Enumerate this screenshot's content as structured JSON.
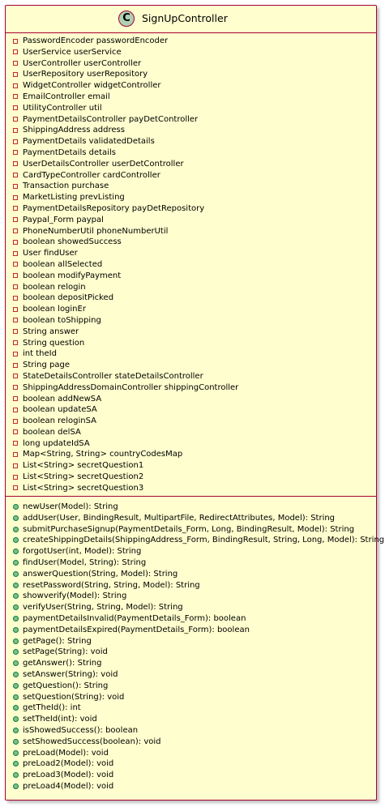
{
  "class": {
    "stereotype_letter": "C",
    "name": "SignUpController",
    "colors": {
      "background": "#FEFECE",
      "border": "#A80036",
      "stereotype_circle": "#ADD1B2",
      "private_icon": "#C82930",
      "public_icon": "#84BE84"
    }
  },
  "fields": [
    {
      "visibility": "private",
      "text": "PasswordEncoder passwordEncoder"
    },
    {
      "visibility": "private",
      "text": "UserService userService"
    },
    {
      "visibility": "private",
      "text": "UserController userController"
    },
    {
      "visibility": "private",
      "text": "UserRepository userRepository"
    },
    {
      "visibility": "private",
      "text": "WidgetController widgetController"
    },
    {
      "visibility": "private",
      "text": "EmailController email"
    },
    {
      "visibility": "private",
      "text": "UtilityController util"
    },
    {
      "visibility": "private",
      "text": "PaymentDetailsController payDetController"
    },
    {
      "visibility": "private",
      "text": "ShippingAddress address"
    },
    {
      "visibility": "private",
      "text": "PaymentDetails validatedDetails"
    },
    {
      "visibility": "private",
      "text": "PaymentDetails details"
    },
    {
      "visibility": "private",
      "text": "UserDetailsController userDetController"
    },
    {
      "visibility": "private",
      "text": "CardTypeController cardController"
    },
    {
      "visibility": "private",
      "text": "Transaction purchase"
    },
    {
      "visibility": "private",
      "text": "MarketListing prevListing"
    },
    {
      "visibility": "private",
      "text": "PaymentDetailsRepository payDetRepository"
    },
    {
      "visibility": "private",
      "text": "Paypal_Form paypal"
    },
    {
      "visibility": "private",
      "text": "PhoneNumberUtil phoneNumberUtil"
    },
    {
      "visibility": "private",
      "text": "boolean showedSuccess"
    },
    {
      "visibility": "private",
      "text": "User findUser"
    },
    {
      "visibility": "private",
      "text": "boolean allSelected"
    },
    {
      "visibility": "private",
      "text": "boolean modifyPayment"
    },
    {
      "visibility": "private",
      "text": "boolean relogin"
    },
    {
      "visibility": "private",
      "text": "boolean depositPicked"
    },
    {
      "visibility": "private",
      "text": "boolean loginEr"
    },
    {
      "visibility": "private",
      "text": "boolean toShipping"
    },
    {
      "visibility": "private",
      "text": "String answer"
    },
    {
      "visibility": "private",
      "text": "String question"
    },
    {
      "visibility": "private",
      "text": "int theId"
    },
    {
      "visibility": "private",
      "text": "String page"
    },
    {
      "visibility": "private",
      "text": "StateDetailsController stateDetailsController"
    },
    {
      "visibility": "private",
      "text": "ShippingAddressDomainController shippingController"
    },
    {
      "visibility": "private",
      "text": "boolean addNewSA"
    },
    {
      "visibility": "private",
      "text": "boolean updateSA"
    },
    {
      "visibility": "private",
      "text": "boolean reloginSA"
    },
    {
      "visibility": "private",
      "text": "boolean delSA"
    },
    {
      "visibility": "private",
      "text": "long updateIdSA"
    },
    {
      "visibility": "private",
      "text": "Map<String, String> countryCodesMap"
    },
    {
      "visibility": "private",
      "text": "List<String> secretQuestion1"
    },
    {
      "visibility": "private",
      "text": "List<String> secretQuestion2"
    },
    {
      "visibility": "private",
      "text": "List<String> secretQuestion3"
    }
  ],
  "methods": [
    {
      "visibility": "public",
      "text": "newUser(Model): String"
    },
    {
      "visibility": "public",
      "text": "addUser(User, BindingResult, MultipartFile, RedirectAttributes, Model): String"
    },
    {
      "visibility": "public",
      "text": "submitPurchaseSignup(PaymentDetails_Form, Long, BindingResult, Model): String"
    },
    {
      "visibility": "public",
      "text": "createShippingDetails(ShippingAddress_Form, BindingResult, String, Long, Model): String"
    },
    {
      "visibility": "public",
      "text": "forgotUser(int, Model): String"
    },
    {
      "visibility": "public",
      "text": "findUser(Model, String): String"
    },
    {
      "visibility": "public",
      "text": "answerQuestion(String, Model): String"
    },
    {
      "visibility": "public",
      "text": "resetPassword(String, String, Model): String"
    },
    {
      "visibility": "public",
      "text": "showverify(Model): String"
    },
    {
      "visibility": "public",
      "text": "verifyUser(String, String, Model): String"
    },
    {
      "visibility": "public",
      "text": "paymentDetailsInvalid(PaymentDetails_Form): boolean"
    },
    {
      "visibility": "public",
      "text": "paymentDetailsExpired(PaymentDetails_Form): boolean"
    },
    {
      "visibility": "public",
      "text": "getPage(): String"
    },
    {
      "visibility": "public",
      "text": "setPage(String): void"
    },
    {
      "visibility": "public",
      "text": "getAnswer(): String"
    },
    {
      "visibility": "public",
      "text": "setAnswer(String): void"
    },
    {
      "visibility": "public",
      "text": "getQuestion(): String"
    },
    {
      "visibility": "public",
      "text": "setQuestion(String): void"
    },
    {
      "visibility": "public",
      "text": "getTheId(): int"
    },
    {
      "visibility": "public",
      "text": "setTheId(int): void"
    },
    {
      "visibility": "public",
      "text": "isShowedSuccess(): boolean"
    },
    {
      "visibility": "public",
      "text": "setShowedSuccess(boolean): void"
    },
    {
      "visibility": "public",
      "text": "preLoad(Model): void"
    },
    {
      "visibility": "public",
      "text": "preLoad2(Model): void"
    },
    {
      "visibility": "public",
      "text": "preLoad3(Model): void"
    },
    {
      "visibility": "public",
      "text": "preLoad4(Model): void"
    }
  ]
}
